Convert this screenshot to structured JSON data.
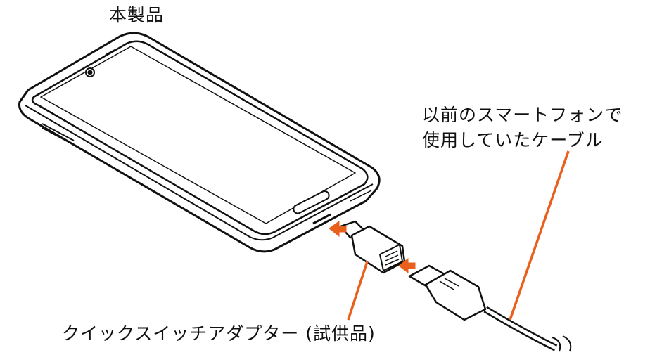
{
  "labels": {
    "product": "本製品",
    "cable_line1": "以前のスマートフォンで",
    "cable_line2": "使用していたケーブル",
    "adapter": "クイックスイッチアダプター (試供品)"
  },
  "colors": {
    "accent": "#e8601c",
    "outline": "#111111"
  }
}
